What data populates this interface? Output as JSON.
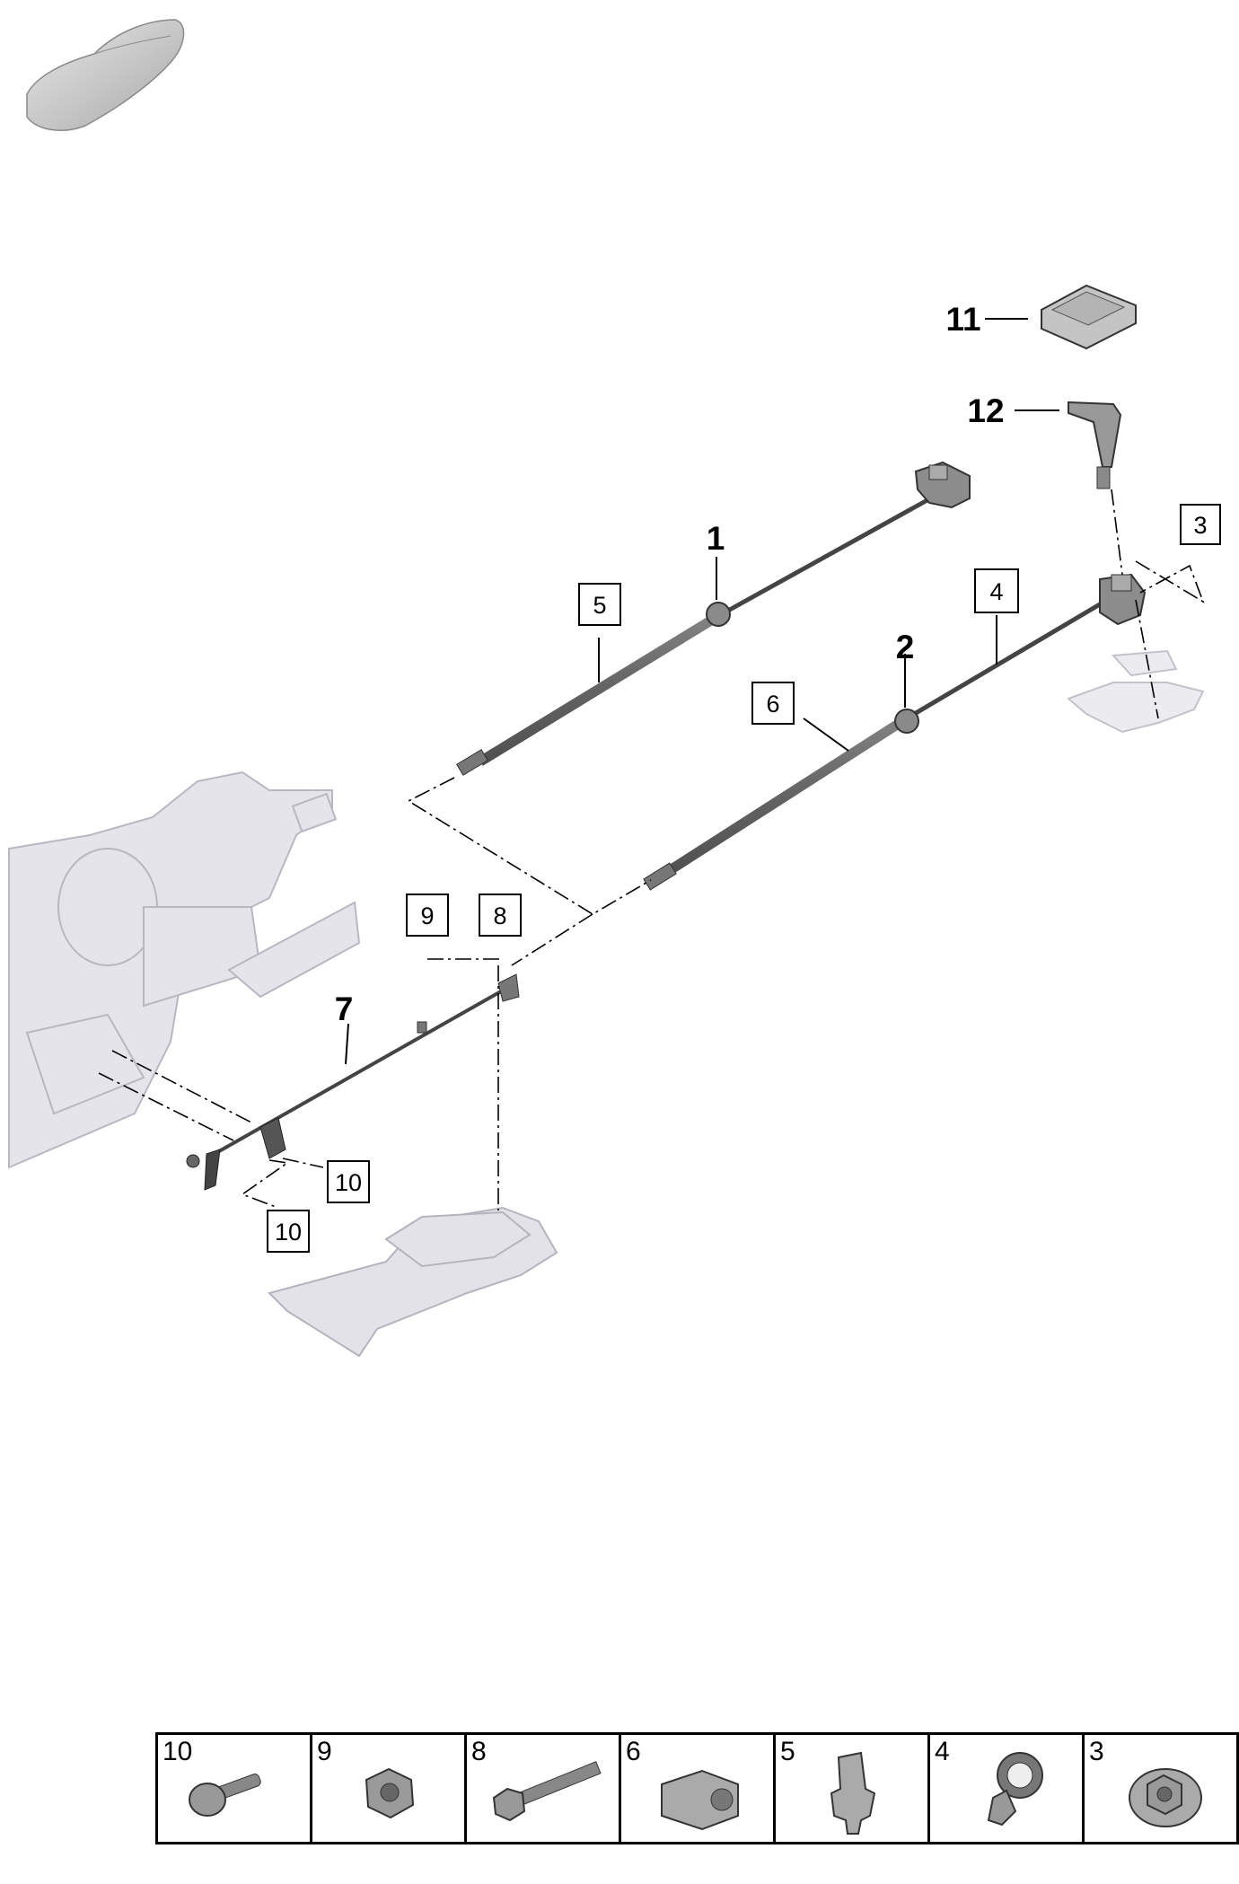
{
  "diagram": {
    "parts": [
      {
        "id": "part-1",
        "label": "1"
      },
      {
        "id": "part-2",
        "label": "2"
      },
      {
        "id": "part-7",
        "label": "7"
      },
      {
        "id": "part-11",
        "label": "11"
      },
      {
        "id": "part-12",
        "label": "12"
      }
    ],
    "callouts": [
      {
        "id": "callout-3",
        "label": "3"
      },
      {
        "id": "callout-4",
        "label": "4"
      },
      {
        "id": "callout-5",
        "label": "5"
      },
      {
        "id": "callout-6",
        "label": "6"
      },
      {
        "id": "callout-8",
        "label": "8"
      },
      {
        "id": "callout-9",
        "label": "9"
      },
      {
        "id": "callout-10a",
        "label": "10"
      },
      {
        "id": "callout-10b",
        "label": "10"
      }
    ]
  },
  "legend": {
    "cells": [
      {
        "label": "10",
        "icon": "bolt-icon"
      },
      {
        "label": "9",
        "icon": "hex-nut-icon"
      },
      {
        "label": "8",
        "icon": "flange-bolt-icon"
      },
      {
        "label": "6",
        "icon": "cable-holder-icon"
      },
      {
        "label": "5",
        "icon": "clip-icon"
      },
      {
        "label": "4",
        "icon": "cable-tie-bracket-icon"
      },
      {
        "label": "3",
        "icon": "flange-nut-icon"
      }
    ]
  },
  "colors": {
    "line": "#000000",
    "part_fill": "#9a9a9a",
    "ghost_fill": "#dedee2"
  }
}
